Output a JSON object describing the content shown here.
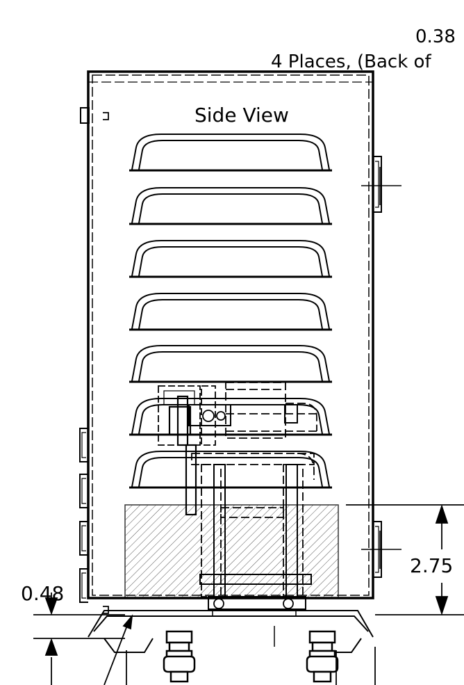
{
  "note": {
    "line1": "0.38",
    "line2": "4 Places,  (Back of"
  },
  "view": {
    "title": "Side View"
  },
  "dimensions": {
    "right": "2.75",
    "left": "0.48"
  }
}
